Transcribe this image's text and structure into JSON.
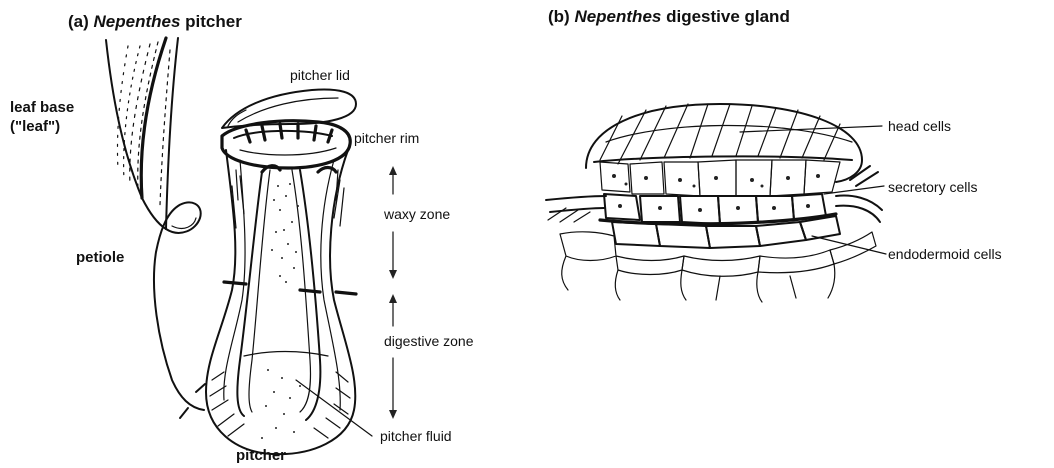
{
  "panel_a": {
    "title_prefix": "(a) ",
    "title_italic": "Nepenthes",
    "title_suffix": " pitcher",
    "labels": {
      "leaf_base_1": "leaf base",
      "leaf_base_2": "(\"leaf\")",
      "petiole": "petiole",
      "pitcher_lid": "pitcher lid",
      "pitcher_rim": "pitcher rim",
      "waxy_zone": "waxy zone",
      "digestive_zone": "digestive zone",
      "pitcher_fluid": "pitcher fluid",
      "pitcher": "pitcher"
    }
  },
  "panel_b": {
    "title_prefix": "(b) ",
    "title_italic": "Nepenthes",
    "title_suffix": " digestive gland",
    "labels": {
      "head_cells": "head cells",
      "secretory_cells": "secretory cells",
      "endodermoid_cells": "endodermoid cells"
    }
  }
}
